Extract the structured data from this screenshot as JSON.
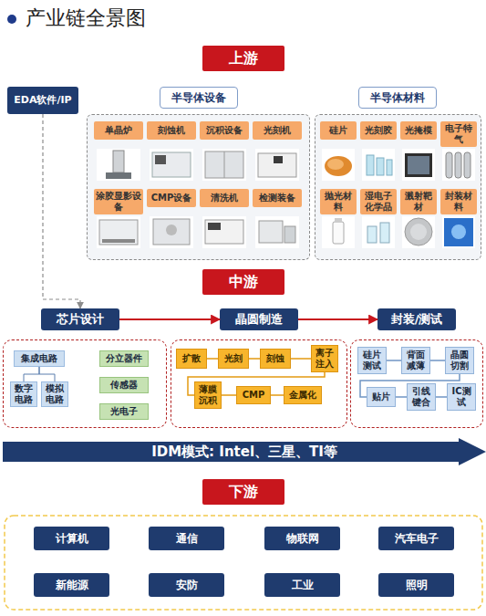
{
  "diagram": {
    "title": "产业链全景图",
    "nodes": [
      {
        "text": [
          "上游"
        ]
      },
      {
        "text": [
          "EDA软件/IP"
        ]
      },
      {
        "text": [
          "半导体设备"
        ]
      },
      {
        "text": [
          "单晶炉"
        ],
        "in": 2
      },
      {
        "text": [
          "刻蚀机"
        ],
        "in": 2
      },
      {
        "text": [
          "沉积设备"
        ],
        "in": 2
      },
      {
        "text": [
          "光刻机"
        ],
        "in": 2
      },
      {
        "text": [
          "涂胶显影设备"
        ],
        "in": 2
      },
      {
        "text": [
          "CMP设备"
        ],
        "in": 2
      },
      {
        "text": [
          "清洗机"
        ],
        "in": 2
      },
      {
        "text": [
          "检测装备"
        ],
        "in": 2
      },
      {
        "text": [
          "半导体材料"
        ]
      },
      {
        "text": [
          "硅片"
        ],
        "in": 11
      },
      {
        "text": [
          "光刻胶"
        ],
        "in": 11
      },
      {
        "text": [
          "光掩模"
        ],
        "in": 11
      },
      {
        "text": [
          "电子特气"
        ],
        "in": 11
      },
      {
        "text": [
          "抛光材料"
        ],
        "in": 11
      },
      {
        "text": [
          "湿电子化学品"
        ],
        "in": 11
      },
      {
        "text": [
          "溅射靶材"
        ],
        "in": 11
      },
      {
        "text": [
          "封装材料"
        ],
        "in": 11
      },
      {
        "text": [
          "中游"
        ]
      },
      {
        "text": [
          "芯片设计"
        ]
      },
      {
        "text": [
          "集成电路"
        ],
        "in": 21
      },
      {
        "text": [
          "数字电路"
        ],
        "in": 21
      },
      {
        "text": [
          "模拟电路"
        ],
        "in": 21
      },
      {
        "text": [
          "分立器件"
        ],
        "in": 21
      },
      {
        "text": [
          "传感器"
        ],
        "in": 21
      },
      {
        "text": [
          "光电子"
        ],
        "in": 21
      },
      {
        "text": [
          "晶圆制造"
        ]
      },
      {
        "text": [
          "扩散"
        ],
        "in": 28
      },
      {
        "text": [
          "光刻"
        ],
        "in": 28
      },
      {
        "text": [
          "刻蚀"
        ],
        "in": 28
      },
      {
        "text": [
          "离子注入"
        ],
        "in": 28
      },
      {
        "text": [
          "薄膜沉积"
        ],
        "in": 28
      },
      {
        "text": [
          "CMP"
        ],
        "in": 28
      },
      {
        "text": [
          "金属化"
        ],
        "in": 28
      },
      {
        "text": [
          "封装/测试"
        ]
      },
      {
        "text": [
          "硅片测试"
        ],
        "in": 36
      },
      {
        "text": [
          "背面减薄"
        ],
        "in": 36
      },
      {
        "text": [
          "晶圆切割"
        ],
        "in": 36
      },
      {
        "text": [
          "贴片"
        ],
        "in": 36
      },
      {
        "text": [
          "引线键合"
        ],
        "in": 36
      },
      {
        "text": [
          "IC测试"
        ],
        "in": 36
      },
      {
        "text": [
          "IDM模式: Intel、三星、TI等"
        ]
      },
      {
        "text": [
          "下游"
        ]
      },
      {
        "text": [
          "计算机"
        ]
      },
      {
        "text": [
          "通信"
        ]
      },
      {
        "text": [
          "物联网"
        ]
      },
      {
        "text": [
          "汽车电子"
        ]
      },
      {
        "text": [
          "新能源"
        ]
      },
      {
        "text": [
          "安防"
        ]
      },
      {
        "text": [
          "工业"
        ]
      },
      {
        "text": [
          "照明"
        ]
      }
    ],
    "edges": [
      {
        "from": 1,
        "to": 21,
        "arrow": "to"
      },
      {
        "from": 21,
        "to": 28,
        "arrow": "to"
      },
      {
        "from": 28,
        "to": 36,
        "arrow": "to"
      },
      {
        "from": 22,
        "to": 23,
        "arrow": "none"
      },
      {
        "from": 22,
        "to": 24,
        "arrow": "none"
      },
      {
        "from": 29,
        "to": 30,
        "arrow": "none"
      },
      {
        "from": 30,
        "to": 31,
        "arrow": "none"
      },
      {
        "from": 31,
        "to": 32,
        "arrow": "none"
      },
      {
        "from": 32,
        "to": 33,
        "arrow": "none"
      },
      {
        "from": 33,
        "to": 34,
        "arrow": "none"
      },
      {
        "from": 34,
        "to": 35,
        "arrow": "none"
      },
      {
        "from": 37,
        "to": 38,
        "arrow": "none"
      },
      {
        "from": 38,
        "to": 39,
        "arrow": "none"
      },
      {
        "from": 39,
        "to": 40,
        "arrow": "none"
      },
      {
        "from": 40,
        "to": 41,
        "arrow": "none"
      },
      {
        "from": 41,
        "to": 42,
        "arrow": "none"
      }
    ]
  }
}
